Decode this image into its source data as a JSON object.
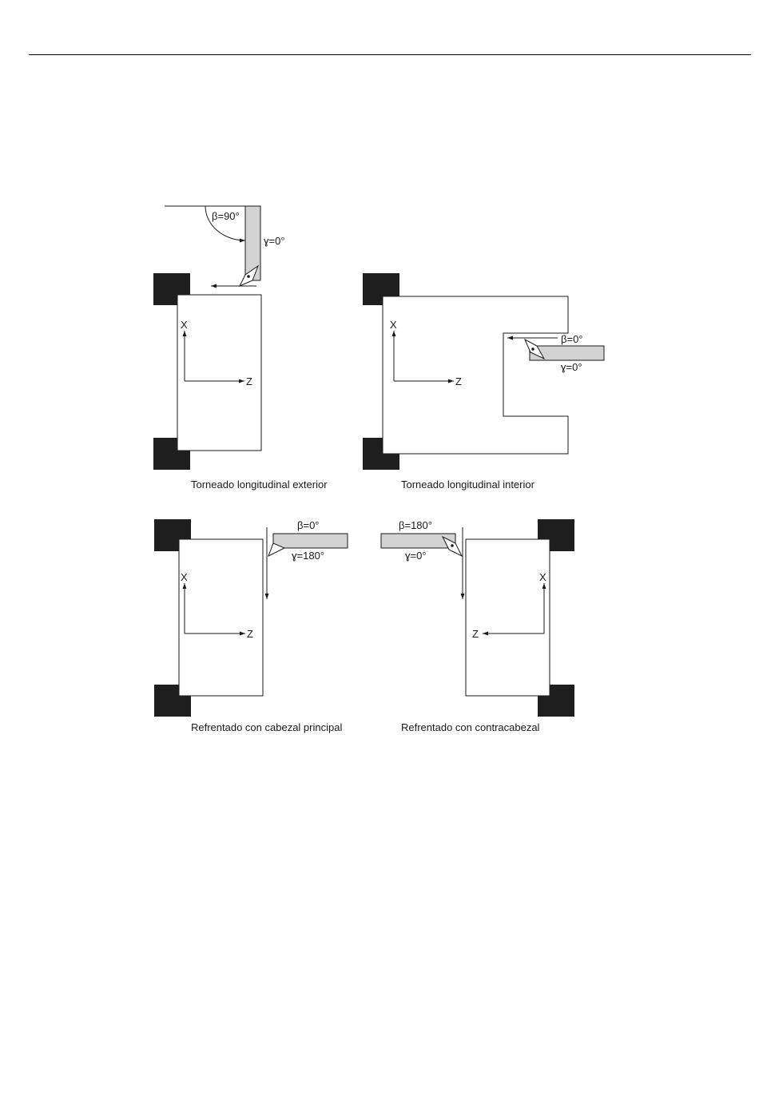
{
  "colors": {
    "chuck": "#1e1e1e",
    "tool": "#d3d3d3",
    "line": "#1a1a1a"
  },
  "panels": {
    "outer": {
      "caption": "Torneado longitudinal exterior",
      "beta": "β=90°",
      "gamma": "ɣ=0°",
      "axis_x": "X",
      "axis_z": "Z"
    },
    "inner": {
      "caption": "Torneado longitudinal interior",
      "beta": "β=0°",
      "gamma": "ɣ=0°",
      "axis_x": "X",
      "axis_z": "Z"
    },
    "face_main": {
      "caption": "Refrentado con cabezal principal",
      "beta": "β=0°",
      "gamma": "ɣ=180°",
      "axis_x": "X",
      "axis_z": "Z"
    },
    "face_counter": {
      "caption": "Refrentado con contracabezal",
      "beta": "β=180°",
      "gamma": "ɣ=0°",
      "axis_x": "X",
      "axis_z": "Z"
    }
  }
}
